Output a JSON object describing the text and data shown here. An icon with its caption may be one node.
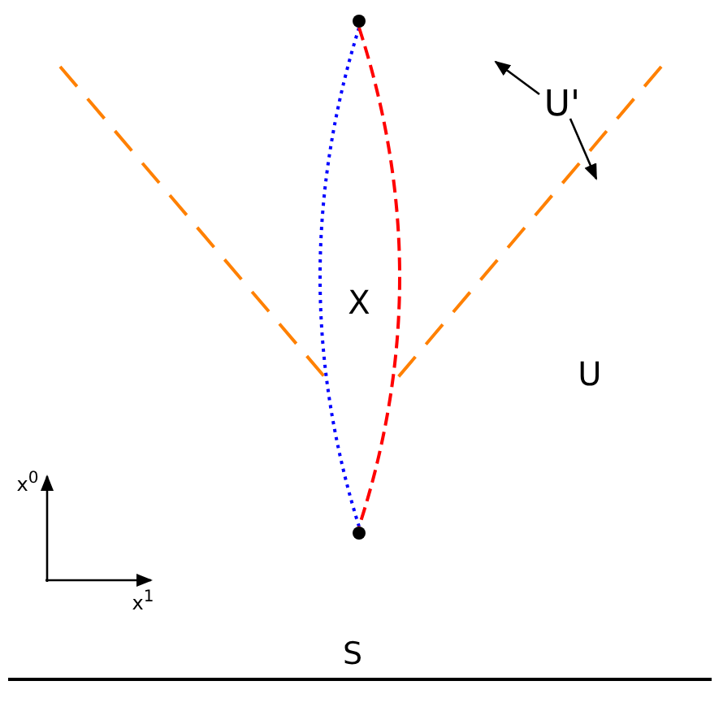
{
  "diagram": {
    "nodes": [
      {
        "text": [],
        "shape": "circle"
      },
      {
        "text": [],
        "shape": "circle"
      }
    ],
    "edges": [
      {
        "from": 0,
        "to": 1,
        "arrow": "none",
        "style": "dashed",
        "color": "#0000ff"
      },
      {
        "from": 0,
        "to": 1,
        "arrow": "none",
        "style": "dashed",
        "color": "#ff0000"
      }
    ],
    "labels": [
      "U'",
      "X",
      "U",
      "S",
      "x$^{0}$",
      "x$^{1}$"
    ]
  }
}
